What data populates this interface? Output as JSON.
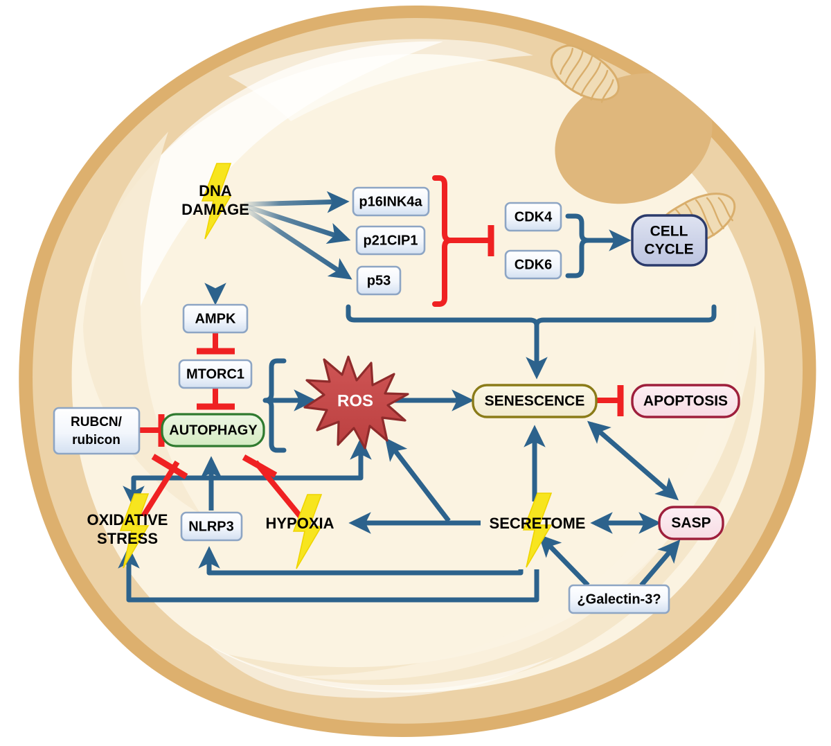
{
  "figure": {
    "kind": "cell-signaling-pathway-diagram",
    "subject": "Cellular senescence pathways inside a cell"
  },
  "cell": {
    "membrane_outer_color": "#ddb06e",
    "membrane_inner_color": "#ecd2a7",
    "cytoplasm_color": "#fbf3e1",
    "nucleus_color": "#dfb77c",
    "mitochondria_color": "#e9cb9c",
    "highlight_color": "#f7ecd6"
  },
  "colors": {
    "arrow_blue": "#2c628c",
    "inhibit_red": "#ef2122",
    "ros_fill": "#c74b4b",
    "ros_stroke": "#8f2b2b",
    "lightning_yellow": "#f7e51f",
    "lightning_yellow_dark": "#f2d500",
    "box_fill_top": "#ffffff",
    "box_fill_bottom": "#d6e2f2",
    "box_stroke": "#8da5c4",
    "cellcycle_fill": "#c9cfe6",
    "cellcycle_stroke": "#2b3a6b",
    "autophagy_fill": "#dff0d0",
    "autophagy_stroke": "#2f7a2f",
    "senescence_fill": "#f7f2d2",
    "senescence_stroke": "#8a7b18",
    "apoptosis_fill": "#fbe4ea",
    "apoptosis_stroke": "#9e1f3c",
    "sasp_fill": "#fbe4ea",
    "sasp_stroke": "#9e1f3c",
    "text_black": "#000000",
    "text_white": "#ffffff"
  },
  "nodes": {
    "dna_damage": {
      "label_line1": "DNA",
      "label_line2": "DAMAGE",
      "style": "plain-text-with-lightning"
    },
    "p16": {
      "label": "p16INK4a",
      "style": "blue-box"
    },
    "p21": {
      "label": "p21CIP1",
      "style": "blue-box"
    },
    "p53": {
      "label": "p53",
      "style": "blue-box"
    },
    "cdk4": {
      "label": "CDK4",
      "style": "blue-box"
    },
    "cdk6": {
      "label": "CDK6",
      "style": "blue-box"
    },
    "cell_cycle": {
      "label_line1": "CELL",
      "label_line2": "CYCLE",
      "style": "rounded-lavender"
    },
    "ampk": {
      "label": "AMPK",
      "style": "blue-box"
    },
    "mtorc1": {
      "label": "MTORC1",
      "style": "blue-box"
    },
    "rubcn": {
      "label_line1": "RUBCN/",
      "label_line2": "rubicon",
      "style": "blue-box"
    },
    "autophagy": {
      "label": "AUTOPHAGY",
      "style": "rounded-green"
    },
    "ros": {
      "label": "ROS",
      "style": "red-starburst"
    },
    "senescence": {
      "label": "SENESCENCE",
      "style": "rounded-cream"
    },
    "apoptosis": {
      "label": "APOPTOSIS",
      "style": "rounded-pink"
    },
    "oxidative_stress": {
      "label_line1": "OXIDATIVE",
      "label_line2": "STRESS",
      "style": "plain-text-with-lightning"
    },
    "nlrp3": {
      "label": "NLRP3",
      "style": "blue-box"
    },
    "hypoxia": {
      "label": "HYPOXIA",
      "style": "plain-text-with-lightning"
    },
    "secretome": {
      "label": "SECRETOME",
      "style": "plain-text-with-lightning"
    },
    "sasp": {
      "label": "SASP",
      "style": "rounded-pink"
    },
    "galectin3": {
      "label": "¿Galectin-3?",
      "style": "blue-box"
    }
  },
  "edges": [
    {
      "from": "dna_damage",
      "to": "p16",
      "type": "activation"
    },
    {
      "from": "dna_damage",
      "to": "p21",
      "type": "activation"
    },
    {
      "from": "dna_damage",
      "to": "p53",
      "type": "activation"
    },
    {
      "from": "dna_damage",
      "to": "ampk",
      "type": "activation"
    },
    {
      "from": "p16_p21_p53_group",
      "to": "cdk4_cdk6",
      "type": "inhibition"
    },
    {
      "from": "cdk4_cdk6",
      "to": "cell_cycle",
      "type": "activation"
    },
    {
      "from": "p16_p21_p53_cdk_group",
      "to": "senescence",
      "type": "activation"
    },
    {
      "from": "ampk",
      "to": "mtorc1",
      "type": "inhibition"
    },
    {
      "from": "mtorc1",
      "to": "autophagy",
      "type": "inhibition"
    },
    {
      "from": "rubcn",
      "to": "autophagy",
      "type": "inhibition"
    },
    {
      "from": "autophagy_group",
      "to": "ros",
      "type": "activation"
    },
    {
      "from": "ros",
      "to": "senescence",
      "type": "activation"
    },
    {
      "from": "senescence",
      "to": "apoptosis",
      "type": "inhibition"
    },
    {
      "from": "autophagy",
      "to": "oxidative_stress",
      "type": "inhibition"
    },
    {
      "from": "autophagy",
      "to": "hypoxia",
      "type": "inhibition"
    },
    {
      "from": "nlrp3",
      "to": "autophagy",
      "type": "activation"
    },
    {
      "from": "oxidative_stress",
      "to": "ros_line",
      "type": "activation"
    },
    {
      "from": "hypoxia",
      "to": "ros",
      "type": "activation"
    },
    {
      "from": "secretome",
      "to": "hypoxia",
      "type": "activation"
    },
    {
      "from": "secretome",
      "to": "ros",
      "type": "activation"
    },
    {
      "from": "secretome",
      "to": "senescence",
      "type": "activation"
    },
    {
      "from": "secretome",
      "to": "sasp",
      "type": "bidirectional"
    },
    {
      "from": "senescence",
      "to": "sasp",
      "type": "bidirectional"
    },
    {
      "from": "galectin3",
      "to": "secretome",
      "type": "activation"
    },
    {
      "from": "galectin3",
      "to": "sasp",
      "type": "activation"
    },
    {
      "from": "secretome_feedback",
      "to": "nlrp3",
      "type": "activation"
    },
    {
      "from": "secretome_feedback",
      "to": "oxidative_stress",
      "type": "activation"
    }
  ]
}
